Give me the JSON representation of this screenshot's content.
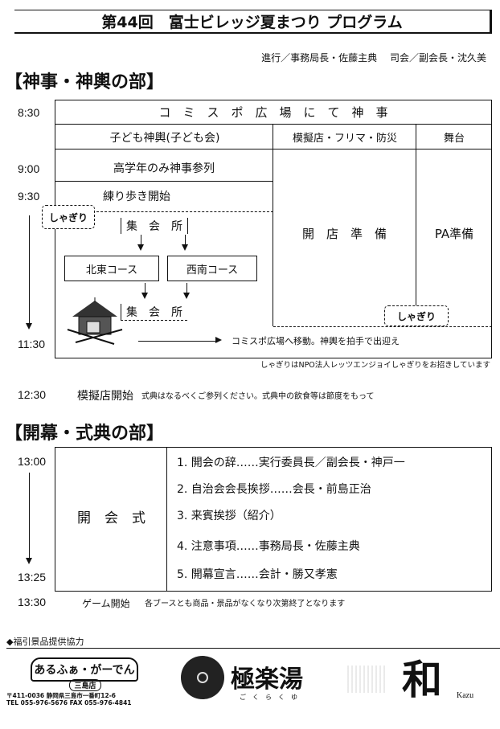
{
  "title": "第44回　富士ビレッジ夏まつり プログラム",
  "credits": "進行／事務局長・佐藤主典　 司会／副会長・沈久美",
  "section1": {
    "heading": "【神事・神輿の部】",
    "times": [
      "8:30",
      "9:00",
      "9:30",
      "11:30"
    ],
    "shinji": "コ　ミ　ス　ポ　広　場　に　て　神　事",
    "col_headers": [
      "子ども神輿(子ども会)",
      "模擬店・フリマ・防災",
      "舞台"
    ],
    "row_900": "高学年のみ神事参列",
    "row_930": "練り歩き開始",
    "shagiri": "しゃぎり",
    "meeting_hall": "集　会　所",
    "courses": [
      "北東コース",
      "西南コース"
    ],
    "shop_prep": "開　店　準　備",
    "pa_prep": "PA準備",
    "move_note": "コミスポ広場へ移動。神輿を拍手で出迎え",
    "shagiri_note": "しゃぎりはNPO法人レッツエンジョイしゃぎりをお招きしています"
  },
  "row_1230": {
    "time": "12:30",
    "label": "模擬店開始",
    "note": "式典はなるべくご参列ください。式典中の飲食等は節度をもって"
  },
  "section2": {
    "heading": "【開幕・式典の部】",
    "times": [
      "13:00",
      "13:25"
    ],
    "ceremony": "開　会　式",
    "items": [
      "1. 開会の辞……実行委員長／副会長・神戸一",
      "2. 自治会会長挨拶……会長・前島正治",
      "3. 来賓挨拶（紹介）",
      "4. 注意事項……事務局長・佐藤主典",
      "5. 開幕宣言……会計・勝又孝憲"
    ]
  },
  "row_1330": {
    "time": "13:30",
    "label": "ゲーム開始",
    "note": "各ブースとも商品・景品がなくなり次第終了となります"
  },
  "sponsors": {
    "heading": "◆福引景品提供協力",
    "s1_name": "あるふぁ・がーでん",
    "s1_branch": "三島店",
    "s1_addr": "〒411-0036 静岡県三島市一番町12-6",
    "s1_tel": "TEL 055-976-5676 FAX 055-976-4841",
    "s2_name": "極楽湯",
    "s2_reading": "ごくらくゆ",
    "s3_name": "和",
    "s3_roman": "Kazu"
  }
}
